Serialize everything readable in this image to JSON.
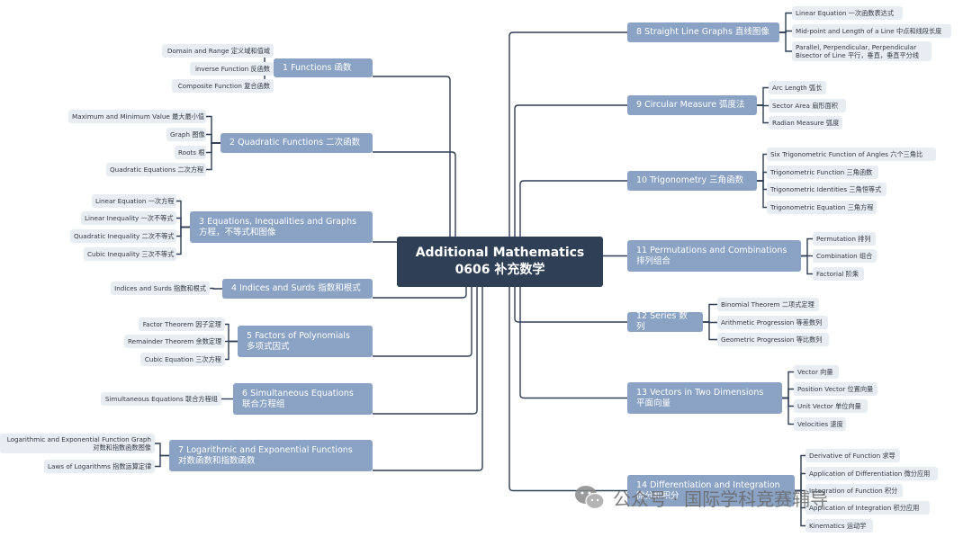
{
  "root": {
    "line1": "Additional Mathematics",
    "line2": "0606 补充数学"
  },
  "left": [
    {
      "label": [
        "1  Functions 函数"
      ],
      "leaves": [
        [
          "Domain and Range 定义域和值域"
        ],
        [
          "inverse Function 反函数"
        ],
        [
          "Composite Function 复合函数"
        ]
      ]
    },
    {
      "label": [
        "2  Quadratic Functions 二次函数"
      ],
      "leaves": [
        [
          "Maximum and Minimum Value 最大最小值"
        ],
        [
          "Graph 图像"
        ],
        [
          "Roots 根"
        ],
        [
          "Quadratic Equations 二次方程"
        ]
      ]
    },
    {
      "label": [
        "3  Equations, Inequalities and Graphs",
        "方程，不等式和图像"
      ],
      "leaves": [
        [
          "Linear Equation 一次方程"
        ],
        [
          "Linear Inequality 一次不等式"
        ],
        [
          "Quadratic Inequality 二次不等式"
        ],
        [
          "Cubic Inequality 三次不等式"
        ]
      ]
    },
    {
      "label": [
        "4  Indices and Surds 指数和根式"
      ],
      "leaves": [
        [
          "Indices and Surds 指数和根式"
        ]
      ]
    },
    {
      "label": [
        "5  Factors of Polynomials",
        "多项式因式"
      ],
      "leaves": [
        [
          "Factor Theorem 因子定理"
        ],
        [
          "Remainder Theorem 余数定理"
        ],
        [
          "Cubic Equation 三次方程"
        ]
      ]
    },
    {
      "label": [
        "6  Simultaneous Equations",
        "联合方程组"
      ],
      "leaves": [
        [
          "Simultaneous Equations 联合方程组"
        ]
      ]
    },
    {
      "label": [
        "7  Logarithmic and Exponential Functions",
        "对数函数和指数函数"
      ],
      "leaves": [
        [
          "Logarithmic and Exponential Function Graph",
          "对数和指数函数图像"
        ],
        [
          "Laws of Logarithms 指数运算定律"
        ]
      ]
    }
  ],
  "right": [
    {
      "label": [
        "8  Straight Line Graphs 直线图像"
      ],
      "leaves": [
        [
          "Linear Equation 一次函数表达式"
        ],
        [
          "Mid-point and Length of a Line 中点和线段长度"
        ],
        [
          "Parallel, Perpendicular, Perpendicular",
          "Bisector of Line 平行，垂直，垂直平分线"
        ]
      ]
    },
    {
      "label": [
        "9  Circular Measure 弧度法"
      ],
      "leaves": [
        [
          "Arc Length 弧长"
        ],
        [
          "Sector Area 扇形面积"
        ],
        [
          "Radian Measure 弧度"
        ]
      ]
    },
    {
      "label": [
        "10  Trigonometry 三角函数"
      ],
      "leaves": [
        [
          "Six Trigonometric Function of Angles 六个三角比"
        ],
        [
          "Trigonometric Function 三角函数"
        ],
        [
          "Trigonometric Identities 三角恒等式"
        ],
        [
          "Trigonometric Equation 三角方程"
        ]
      ]
    },
    {
      "label": [
        "11  Permutations and Combinations",
        "排列组合"
      ],
      "leaves": [
        [
          "Permutation 排列"
        ],
        [
          "Combination 组合"
        ],
        [
          "Factorial 阶乘"
        ]
      ]
    },
    {
      "label": [
        "12  Series 数列"
      ],
      "leaves": [
        [
          "Binomial Theorem 二项式定理"
        ],
        [
          "Arithmetic Progression 等差数列"
        ],
        [
          "Geometric Progression 等比数列"
        ]
      ]
    },
    {
      "label": [
        "13  Vectors in Two Dimensions",
        "平面向量"
      ],
      "leaves": [
        [
          "Vector 向量"
        ],
        [
          "Position Vector 位置向量"
        ],
        [
          "Unit Vector 单位向量"
        ],
        [
          "Velocities 速度"
        ]
      ]
    },
    {
      "label": [
        "14  Differentiation and Integration",
        "微分和积分"
      ],
      "leaves": [
        [
          "Derivative of Function 求导"
        ],
        [
          "Application of Differentiation 微分应用"
        ],
        [
          "Integration of Function 积分"
        ],
        [
          "Application of Integration 积分应用"
        ],
        [
          "Kinematics 运动学"
        ]
      ]
    }
  ],
  "watermark": {
    "text": "公众号 · 国际学科竞赛辅导",
    "icon": "wechat-icon"
  },
  "colors": {
    "root": "#2f3f55",
    "branch": "#8aa2c4",
    "leaf": "#e8edf4",
    "line": "#2f3f55"
  }
}
